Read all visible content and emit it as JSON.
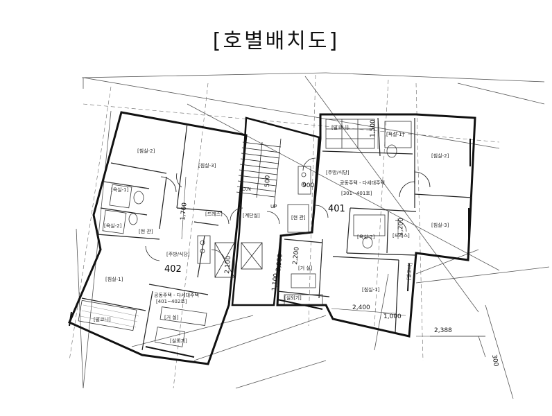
{
  "title": "[호별배치도]",
  "units": {
    "unit_401": "401",
    "unit_402": "402"
  },
  "rooms": {
    "u402_bedroom2": "[침실-2]",
    "u402_bedroom3": "[침실-3]",
    "u402_bath1": "[욕실-1]",
    "u402_bath2": "[욕실-2]",
    "u402_dressroom": "[드레스]",
    "u402_entrance": "[현 관]",
    "u402_kitchen": "[주방/식당]",
    "u402_bedroom1": "[침실-1]",
    "u402_balcony": "[발코니]",
    "u402_living": "[거 실]",
    "u402_sign": "공동주택 - 다세대주택",
    "u402_sign_sub": "[401~402호]",
    "u402_outdoor": "[실외기]",
    "stair_hall": "[계단실]",
    "stair_dn": "D.N",
    "stair_up": "UP",
    "u401_balcony": "[발코니]",
    "u401_bath1": "[욕실-1]",
    "u401_bedroom2": "[침실-2]",
    "u401_kitchen": "[주방/식당]",
    "u401_sign": "공동주택 - 다세대주택",
    "u401_sign_sub": "[301~401호]",
    "u401_bedroom3": "[침실-3]",
    "u401_bath2": "[욕실-2]",
    "u401_dress": "[드레스]",
    "u401_entrance": "[현 관]",
    "u401_living": "[거 실]",
    "u401_bedroom1": "[침실-1]",
    "u401_outdoor": "[실외기]",
    "u401_balcony2": "[발코니]"
  },
  "dimensions": {
    "d1700": "1,700",
    "d1500": "1,500",
    "d1200": "1,200",
    "d2400": "2,400",
    "d1000": "1,000",
    "d2388": "2,388",
    "d300": "300",
    "d2200": "2,200",
    "d3900": "3,900",
    "d2100": "2,100",
    "d500": "500",
    "d900": "900",
    "d1100": "1,100"
  }
}
